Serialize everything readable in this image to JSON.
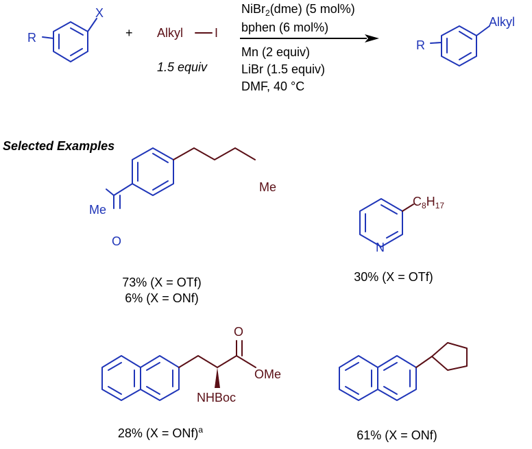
{
  "scheme": {
    "reactant_aryl": {
      "r_label": "R",
      "x_label": "X"
    },
    "plus": "+",
    "reagent": {
      "name": "Alkyl",
      "halide": "I",
      "equiv": "1.5 equiv"
    },
    "conditions": {
      "line1_pre": "NiBr",
      "line1_sub": "2",
      "line1_post": "(dme) (5 mol%)",
      "line2": "bphen (6 mol%)",
      "line3": "Mn (2 equiv)",
      "line4": "LiBr (1.5 equiv)",
      "line5": "DMF, 40 °C"
    },
    "product": {
      "r_label": "R",
      "alkyl_label": "Alkyl"
    }
  },
  "section_title": "Selected Examples",
  "examples": [
    {
      "labels": {
        "me": "Me",
        "me2": "Me",
        "o": "O"
      },
      "yield_lines": [
        "73% (X = OTf)",
        "6% (X = ONf)"
      ]
    },
    {
      "labels": {
        "n": "N",
        "c": "C",
        "c_sub": "8",
        "h": "H",
        "h_sub": "17"
      },
      "yield_lines": [
        "30% (X = OTf)"
      ]
    },
    {
      "labels": {
        "o": "O",
        "ome": "OMe",
        "nhboc": "NHBoc"
      },
      "yield_text": "28% (X = ONf)",
      "yield_sup": "a"
    },
    {
      "labels": {},
      "yield_lines": [
        "61% (X = ONf)"
      ]
    }
  ],
  "colors": {
    "aryl": "#1f35b8",
    "alkyl": "#5a0f16",
    "text": "#000000"
  }
}
